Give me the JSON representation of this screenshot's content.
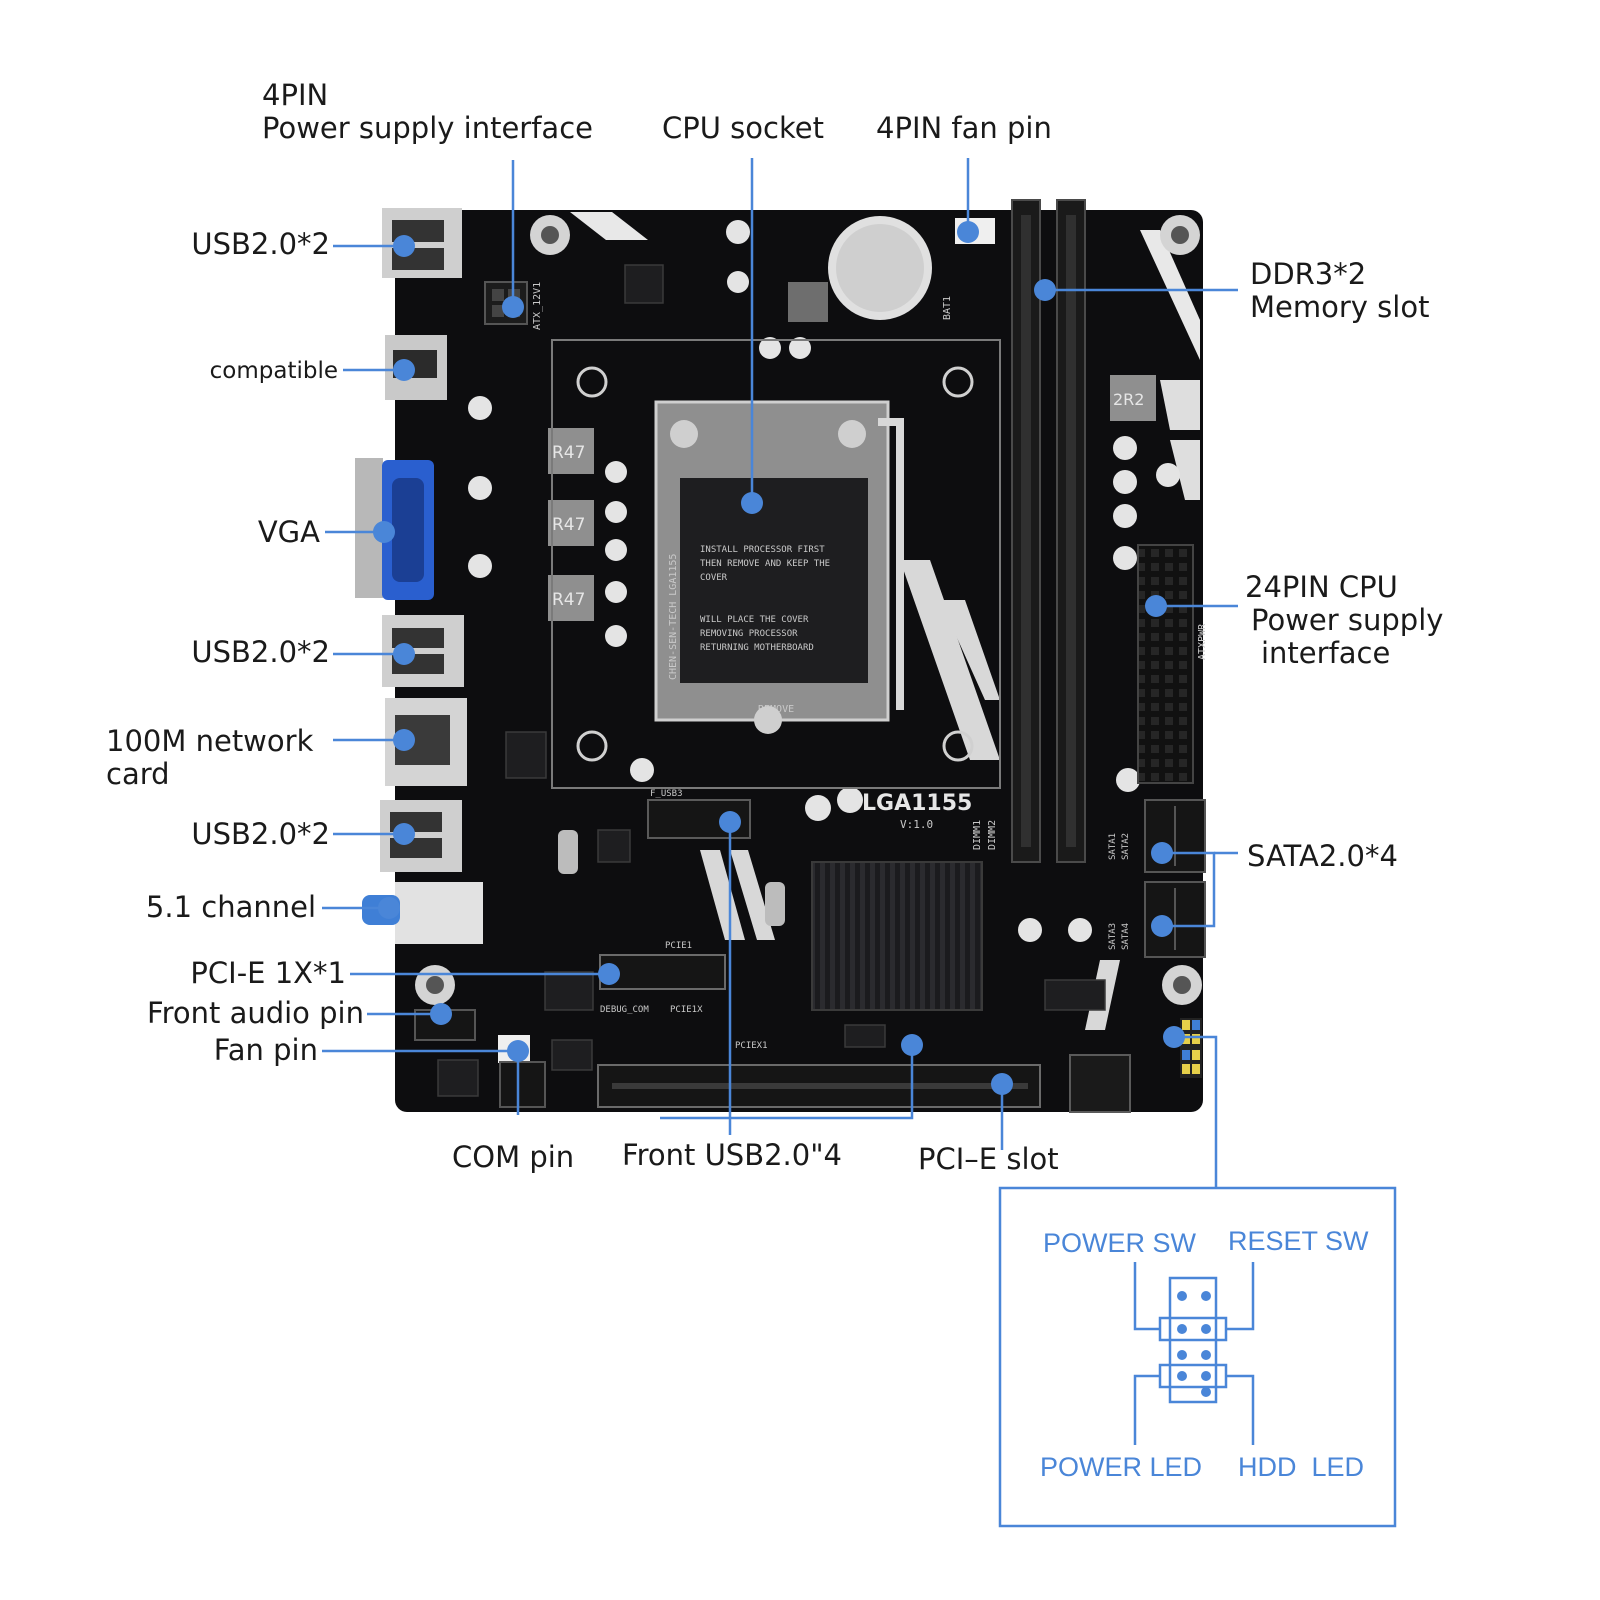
{
  "labels": {
    "atx_4pin_line1": "4PIN",
    "atx_4pin_line2": "Power supply interface",
    "cpu_socket": "CPU socket",
    "fan_4pin": "4PIN fan pin",
    "usb_top": "USB2.0*2",
    "compatible": "compatible",
    "vga": "VGA",
    "usb_mid": "USB2.0*2",
    "network_line1": "100M network",
    "network_line2": "card",
    "usb_low": "USB2.0*2",
    "audio_51": "5.1 channel",
    "pcie_1x": "PCI-E 1X*1",
    "front_audio": "Front audio pin",
    "fan_pin": "Fan pin",
    "com_pin": "COM pin",
    "front_usb": "Front USB2.0\"4",
    "pcie_slot": "PCI–E slot",
    "ddr3_line1": "DDR3*2",
    "ddr3_line2": "Memory slot",
    "atx24_line1": "24PIN CPU",
    "atx24_line2": "Power supply",
    "atx24_line3": "interface",
    "sata": "SATA2.0*4"
  },
  "board_silkscreen": {
    "socket_model": "LGA1155",
    "version": "V:1.0",
    "inductor_label": "R47",
    "inductor_label_2": "2R2",
    "atx_12v": "ATX_12V1",
    "bat": "BAT1",
    "atx_power": "ATXPWR",
    "dimm1": "DIMM1",
    "dimm2": "DIMM2",
    "sata_top": [
      "SATA1",
      "SATA2"
    ],
    "sata_bottom": [
      "SATA3",
      "SATA4"
    ],
    "pcie1": "PCIE1",
    "pcie1x": "PCIE1X",
    "pciex1": "PCIEX1",
    "debug": "DEBUG_COM",
    "f_usb": "F_USB3",
    "brand": "CHEN-SEN-TECH LGA1155",
    "remove": "REMOVE",
    "cover_en": [
      "INSTALL PROCESSOR FIRST",
      "THEN REMOVE AND KEEP THE",
      "COVER",
      "WILL PLACE THE COVER",
      "REMOVING PROCESSOR",
      "RETURNING MOTHERBOARD"
    ]
  },
  "front_panel": {
    "power_sw": "POWER SW",
    "reset_sw": "RESET SW",
    "power_led": "POWER LED",
    "hdd_led": "HDD  LED"
  },
  "colors": {
    "accent_blue": "#4a86d8",
    "board": "#0d0d0f",
    "label_text": "#1a1a1a"
  }
}
